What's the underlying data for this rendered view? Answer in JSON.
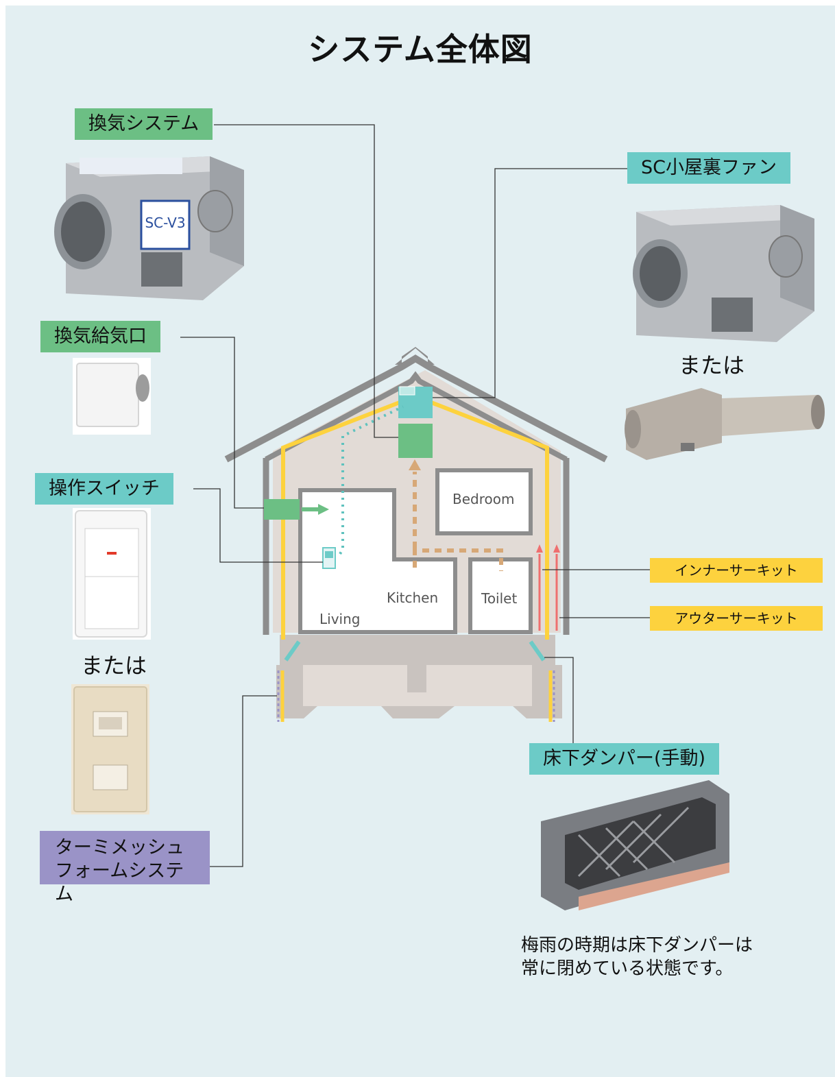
{
  "title": "システム全体図",
  "labels": {
    "ventilation_system": "換気システム",
    "attic_fan": "SC小屋裏ファン",
    "air_inlet": "換気給気口",
    "control_switch": "操作スイッチ",
    "inner_circuit": "インナーサーキット",
    "outer_circuit": "アウターサーキット",
    "floor_damper": "床下ダンパー(手動)",
    "termimesh_line1": "ターミメッシュ",
    "termimesh_line2": "フォームシステム"
  },
  "or_text": "または",
  "rooms": {
    "bedroom": "Bedroom",
    "kitchen": "Kitchen",
    "toilet": "Toilet",
    "living": "Living"
  },
  "device": {
    "model_plate": "SC-V3"
  },
  "note": {
    "line1": "梅雨の時期は床下ダンパーは",
    "line2": "常に閉めている状態です。"
  },
  "colors": {
    "green": "#6cbf84",
    "teal": "#6ccbc7",
    "purple": "#9a93c7",
    "yellow": "#fdd23e",
    "red": "#ef6f6f",
    "orange_dotted": "#d7a877"
  }
}
